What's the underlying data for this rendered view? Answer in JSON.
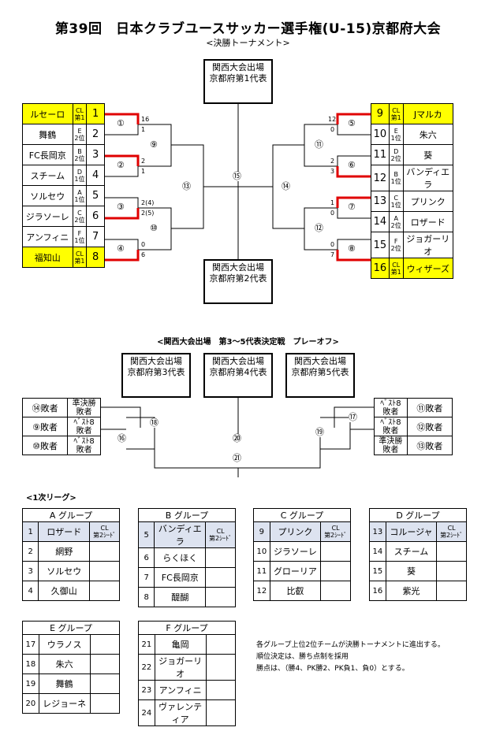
{
  "title": "第39回　日本クラブユースサッカー選手権(U-15)京都府大会",
  "subtitle": "<決勝トーナメント>",
  "rep1": [
    "関西大会出場",
    "京都府第1代表"
  ],
  "rep2": [
    "関西大会出場",
    "京都府第2代表"
  ],
  "left_teams": [
    {
      "name": "ルセーロ",
      "seed": [
        "CL",
        "第1"
      ],
      "no": "1",
      "highlight": true
    },
    {
      "name": "舞鶴",
      "seed": [
        "E",
        "2位"
      ],
      "no": "2",
      "highlight": false
    },
    {
      "name": "FC長岡京",
      "seed": [
        "B",
        "2位"
      ],
      "no": "3",
      "highlight": false
    },
    {
      "name": "スチーム",
      "seed": [
        "D",
        "1位"
      ],
      "no": "4",
      "highlight": false
    },
    {
      "name": "ソルセウ",
      "seed": [
        "A",
        "1位"
      ],
      "no": "5",
      "highlight": false
    },
    {
      "name": "ジラソーレ",
      "seed": [
        "C",
        "2位"
      ],
      "no": "6",
      "highlight": false
    },
    {
      "name": "アンフィニ",
      "seed": [
        "F",
        "1位"
      ],
      "no": "7",
      "highlight": false
    },
    {
      "name": "福知山",
      "seed": [
        "CL",
        "第1"
      ],
      "no": "8",
      "highlight": true
    }
  ],
  "right_teams": [
    {
      "name": "Jマルカ",
      "seed": [
        "CL",
        "第1"
      ],
      "no": "9",
      "highlight": true
    },
    {
      "name": "朱六",
      "seed": [
        "E",
        "1位"
      ],
      "no": "10",
      "highlight": false
    },
    {
      "name": "葵",
      "seed": [
        "D",
        "2位"
      ],
      "no": "11",
      "highlight": false
    },
    {
      "name": "バンディエラ",
      "seed": [
        "B",
        "1位"
      ],
      "no": "12",
      "highlight": false
    },
    {
      "name": "プリンク",
      "seed": [
        "C",
        "1位"
      ],
      "no": "13",
      "highlight": false
    },
    {
      "name": "ロザード",
      "seed": [
        "A",
        "2位"
      ],
      "no": "14",
      "highlight": false
    },
    {
      "name": "ジョガーリオ",
      "seed": [
        "F",
        "2位"
      ],
      "no": "15",
      "highlight": false
    },
    {
      "name": "ウィザーズ",
      "seed": [
        "CL",
        "第1"
      ],
      "no": "16",
      "highlight": true
    }
  ],
  "match_labels": {
    "m1": "①",
    "m2": "②",
    "m3": "③",
    "m4": "④",
    "m5": "⑤",
    "m6": "⑥",
    "m7": "⑦",
    "m8": "⑧",
    "m9": "⑨",
    "m10": "⑩",
    "m11": "⑪",
    "m12": "⑫",
    "m13": "⑬",
    "m14": "⑭",
    "m15": "⑮"
  },
  "scores": {
    "m1_top": "16",
    "m1_bot": "1",
    "m2_top": "2",
    "m2_bot": "1",
    "m3_top": "2(4)",
    "m3_bot": "2(5)",
    "m4_top": "0",
    "m4_bot": "6",
    "m5_top": "12",
    "m5_bot": "0",
    "m6_top": "2",
    "m6_bot": "3",
    "m7_top": "1",
    "m7_bot": "0",
    "m8_top": "0",
    "m8_bot": "7"
  },
  "playoff_title": "<関西大会出場　第3～5代表決定戦　プレーオフ>",
  "rep3": [
    "関西大会出場",
    "京都府第3代表"
  ],
  "rep4": [
    "関西大会出場",
    "京都府第4代表"
  ],
  "rep5": [
    "関西大会出場",
    "京都府第5代表"
  ],
  "playoff_left": [
    {
      "team": "⑭敗者",
      "seed": [
        "準決勝",
        "敗者"
      ]
    },
    {
      "team": "⑨敗者",
      "seed": [
        "ﾍﾞｽﾄ8",
        "敗者"
      ]
    },
    {
      "team": "⑩敗者",
      "seed": [
        "ﾍﾞｽﾄ8",
        "敗者"
      ]
    }
  ],
  "playoff_right": [
    {
      "team": "⑪敗者",
      "seed": [
        "ﾍﾞｽﾄ8",
        "敗者"
      ]
    },
    {
      "team": "⑫敗者",
      "seed": [
        "ﾍﾞｽﾄ8",
        "敗者"
      ]
    },
    {
      "team": "⑬敗者",
      "seed": [
        "準決勝",
        "敗者"
      ]
    }
  ],
  "playoff_labels": {
    "m16": "⑯",
    "m17": "⑰",
    "m18": "⑱",
    "m19": "⑲",
    "m20": "⑳",
    "m21": "㉑"
  },
  "league_title": "<1次リーグ>",
  "groups": [
    {
      "name": "A グループ",
      "rows": [
        [
          "1",
          "ロザード",
          "CL|第2ｼｰﾄﾞ"
        ],
        [
          "2",
          "網野",
          ""
        ],
        [
          "3",
          "ソルセウ",
          ""
        ],
        [
          "4",
          "久御山",
          ""
        ]
      ]
    },
    {
      "name": "B グループ",
      "rows": [
        [
          "5",
          "バンディエラ",
          "CL|第2ｼｰﾄﾞ"
        ],
        [
          "6",
          "らくほく",
          ""
        ],
        [
          "7",
          "FC長岡京",
          ""
        ],
        [
          "8",
          "醍醐",
          ""
        ]
      ]
    },
    {
      "name": "C グループ",
      "rows": [
        [
          "9",
          "プリンク",
          "CL|第2ｼｰﾄﾞ"
        ],
        [
          "10",
          "ジラソーレ",
          ""
        ],
        [
          "11",
          "グローリア",
          ""
        ],
        [
          "12",
          "比叡",
          ""
        ]
      ]
    },
    {
      "name": "D グループ",
      "rows": [
        [
          "13",
          "コルージャ",
          "CL|第2ｼｰﾄﾞ"
        ],
        [
          "14",
          "スチーム",
          ""
        ],
        [
          "15",
          "葵",
          ""
        ],
        [
          "16",
          "紫光",
          ""
        ]
      ]
    },
    {
      "name": "E グループ",
      "rows": [
        [
          "17",
          "ウラノス",
          ""
        ],
        [
          "18",
          "朱六",
          ""
        ],
        [
          "19",
          "舞鶴",
          ""
        ],
        [
          "20",
          "レジョーネ",
          ""
        ]
      ]
    },
    {
      "name": "F グループ",
      "rows": [
        [
          "21",
          "亀岡",
          ""
        ],
        [
          "22",
          "ジョガーリオ",
          ""
        ],
        [
          "23",
          "アンフィニ",
          ""
        ],
        [
          "24",
          "ヴァレンティア",
          ""
        ]
      ]
    }
  ],
  "notes": [
    "各グループ上位2位チームが決勝トーナメントに進出する。",
    "順位決定は、勝ち点制を採用",
    "勝点は、（勝4、PK勝2、PK負1、負0）とする。"
  ],
  "colors": {
    "highlight": "#ffff00",
    "winner_line": "#e00000",
    "group_header": "#dde3f0"
  }
}
